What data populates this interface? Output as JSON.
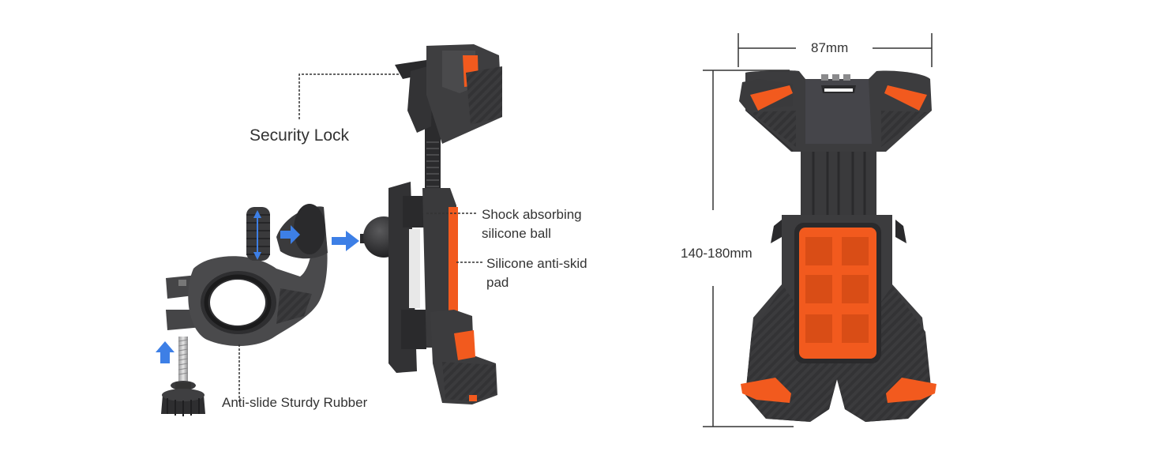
{
  "labels": {
    "security_lock": "Security Lock",
    "shock_ball_line1": "Shock absorbing",
    "shock_ball_line2": "silicone ball",
    "anti_skid_line1": "Silicone anti-skid",
    "anti_skid_line2": "pad",
    "rubber": "Anti-slide Sturdy Rubber"
  },
  "dimensions": {
    "width": "87mm",
    "height": "140-180mm"
  },
  "colors": {
    "accent": "#f25a1e",
    "body": "#3c3c3e",
    "arrow": "#3d7fe6",
    "leader": "#333333"
  },
  "icons": [
    "blue-arrow-icon",
    "rotation-arrow-icon"
  ]
}
